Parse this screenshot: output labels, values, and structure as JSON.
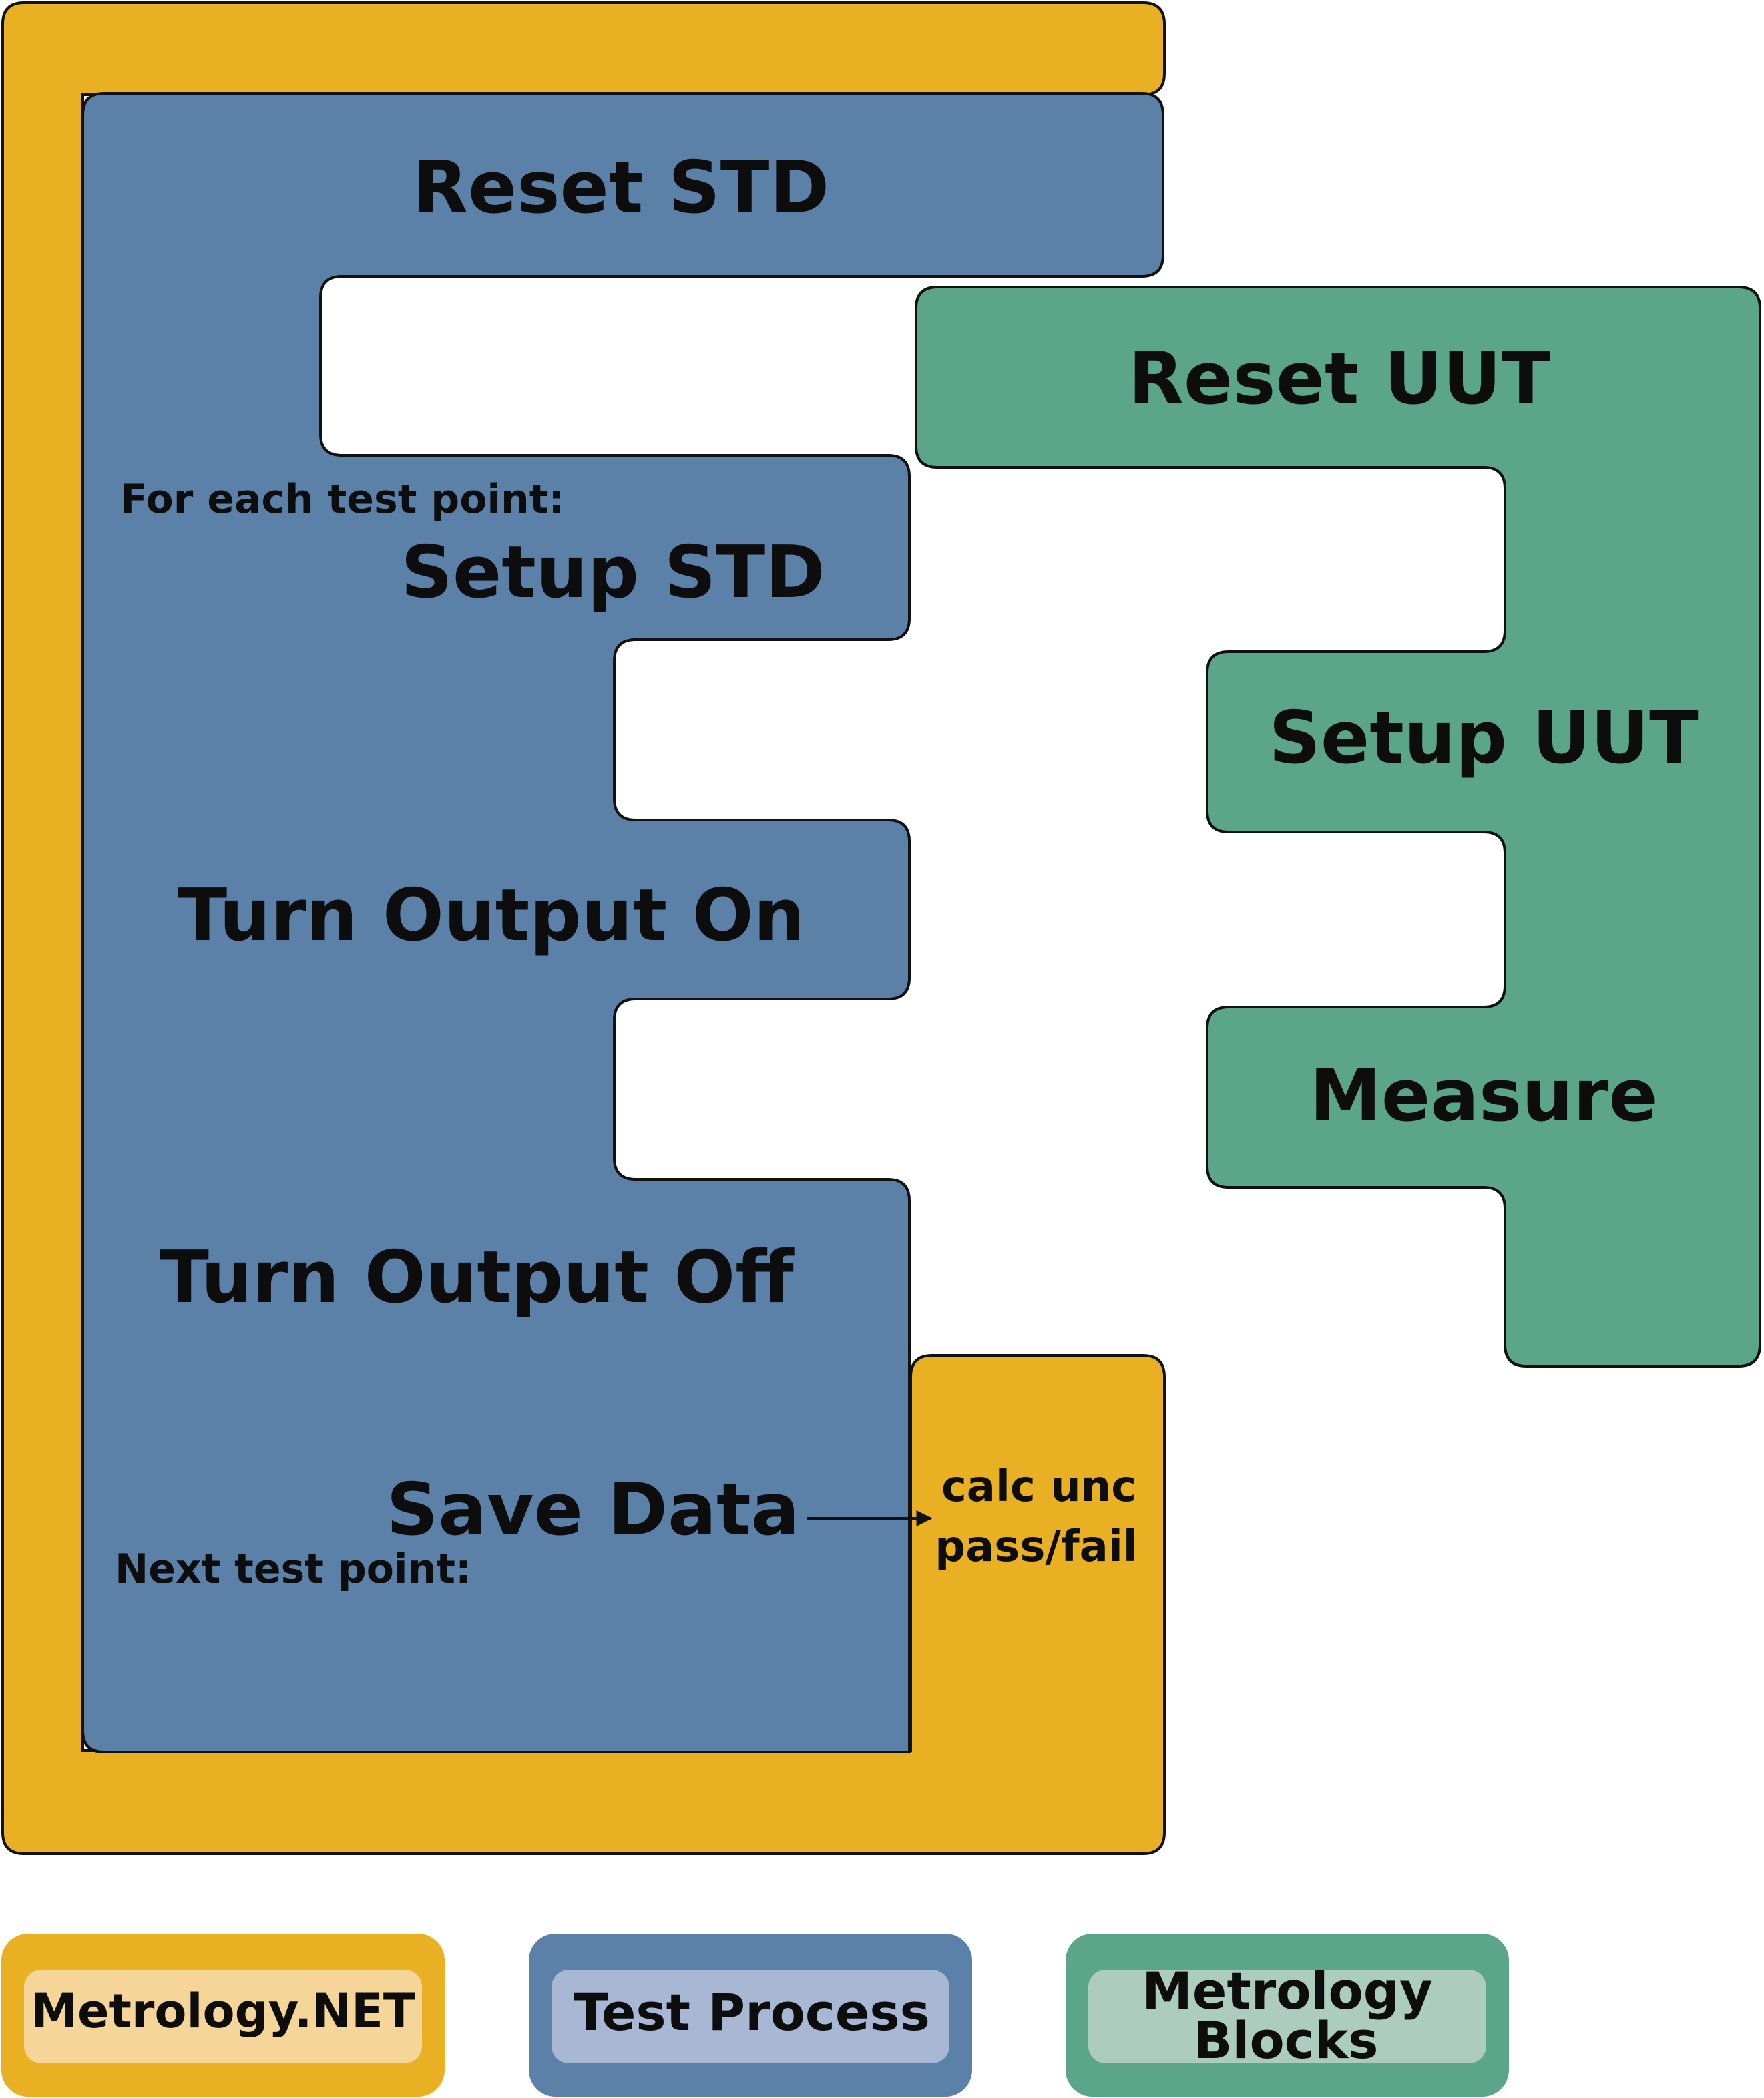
{
  "colors": {
    "metrology_net": "#E8B022",
    "test_process": "#5B81A8",
    "metrology_blocks": "#5BA68A",
    "metrology_net_light": "#F6D698",
    "test_process_light": "#A8B7D3",
    "metrology_blocks_light": "#ACCCBF",
    "outline": "#111111",
    "text": "#0d0d0d"
  },
  "test_process": {
    "reset_std": "Reset STD",
    "for_each": "For each test point:",
    "setup_std": "Setup STD",
    "output_on": "Turn Output On",
    "output_off": "Turn Output Off",
    "save_data": "Save Data",
    "next_point": "Next test point:"
  },
  "metrology_blocks": {
    "reset_uut": "Reset UUT",
    "setup_uut": "Setup UUT",
    "measure": "Measure"
  },
  "metrology_net": {
    "calc_unc": "calc unc",
    "pass_fail": "pass/fail"
  },
  "legend": {
    "metrology_net": "Metrology.NET",
    "test_process": "Test Process",
    "metrology_blocks_line1": "Metrology",
    "metrology_blocks_line2": "Blocks"
  }
}
